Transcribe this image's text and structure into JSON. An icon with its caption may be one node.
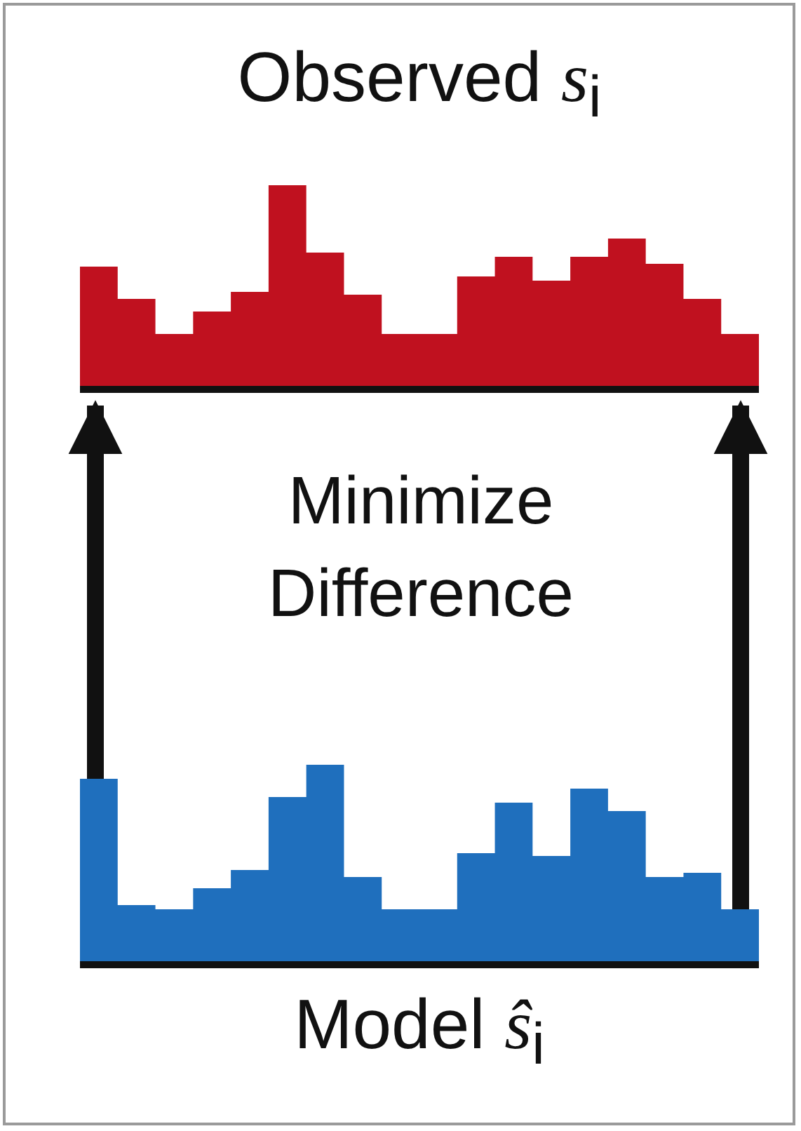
{
  "diagram": {
    "nodes": [
      {
        "text": [
          "Observed *s*$_{i}$"
        ]
      },
      {
        "text": [
          "Model *ŝ*$_{i}$"
        ]
      }
    ],
    "edges": [
      {
        "from": 1,
        "to": 0,
        "arrow": "to"
      },
      {
        "from": 1,
        "to": 0,
        "arrow": "to"
      }
    ],
    "labels": [
      "Minimize Difference"
    ]
  }
}
